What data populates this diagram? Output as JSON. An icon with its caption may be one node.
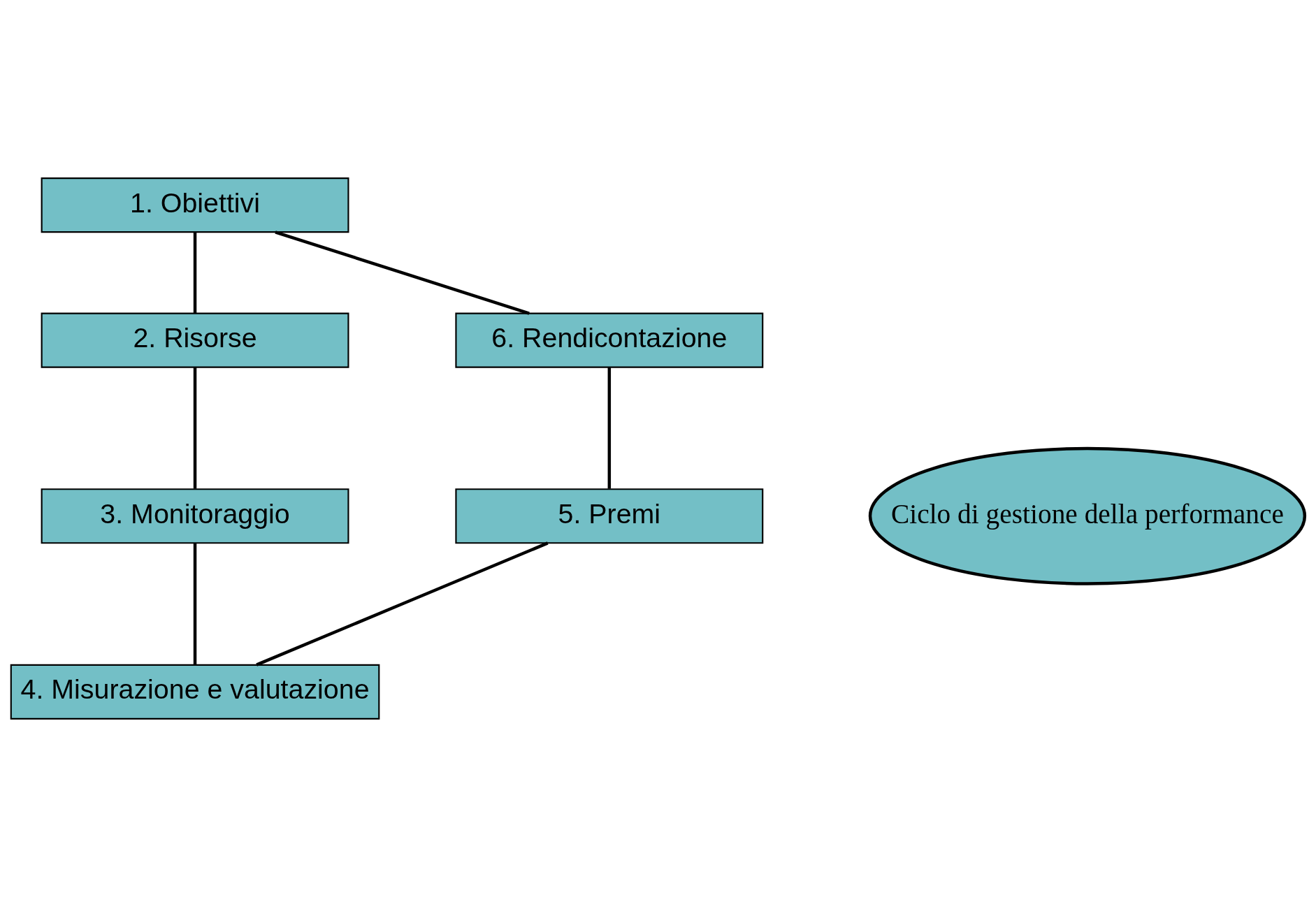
{
  "diagram": {
    "nodes": [
      {
        "text": [
          "1. Obiettivi"
        ]
      },
      {
        "text": [
          "2. Risorse"
        ]
      },
      {
        "text": [
          "3. Monitoraggio"
        ]
      },
      {
        "text": [
          "4. Misurazione e valutazione"
        ]
      },
      {
        "text": [
          "5. Premi"
        ]
      },
      {
        "text": [
          "6. Rendicontazione"
        ]
      },
      {
        "text": [
          "Ciclo di gestione della performance"
        ]
      }
    ],
    "edges": [
      {
        "from": 0,
        "to": 1,
        "arrow": "none"
      },
      {
        "from": 1,
        "to": 2,
        "arrow": "none"
      },
      {
        "from": 2,
        "to": 3,
        "arrow": "none"
      },
      {
        "from": 3,
        "to": 4,
        "arrow": "none"
      },
      {
        "from": 4,
        "to": 5,
        "arrow": "none"
      },
      {
        "from": 5,
        "to": 0,
        "arrow": "none"
      }
    ]
  }
}
